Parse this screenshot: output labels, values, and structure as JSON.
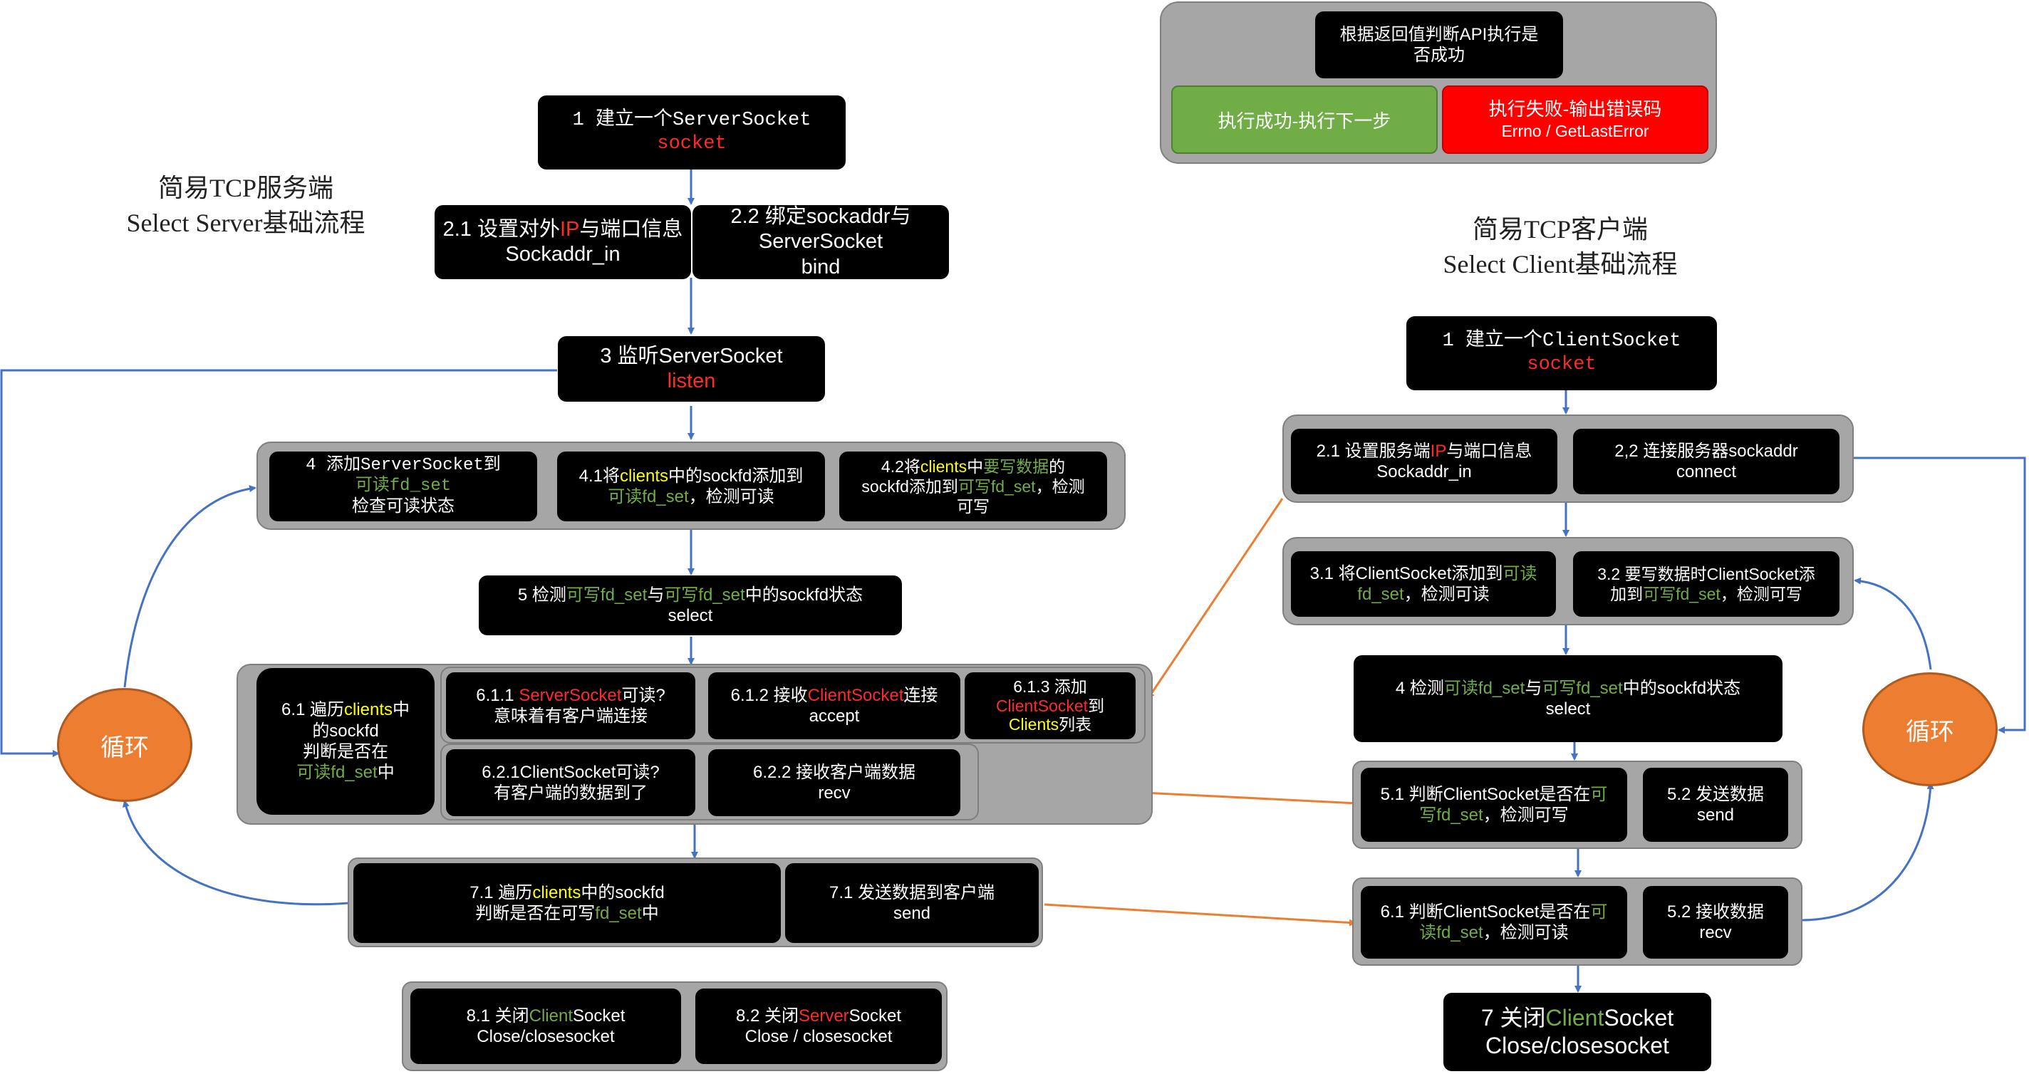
{
  "legend": {
    "top": "根据返回值判断API执行是否成功",
    "success": "执行成功-执行下一步",
    "fail_l1": "执行失败-输出错误码",
    "fail_l2": "Errno / GetLastError"
  },
  "server": {
    "title_l1": "简易TCP服务端",
    "title_l2": "Select Server基础流程",
    "loop": "循环",
    "s1": {
      "l1": "1 建立一个ServerSocket",
      "l2": "socket"
    },
    "s21": {
      "a": "2.1 设置对外",
      "ip": "IP",
      "b": "与端口信息",
      "l2": "Sockaddr_in"
    },
    "s22": {
      "l1": "2.2 绑定sockaddr与",
      "l2": "ServerSocket",
      "l3": "bind"
    },
    "s3": {
      "l1": "3 监听ServerSocket",
      "l2": "listen"
    },
    "s4": {
      "l1": "4 添加ServerSocket到",
      "l2": "可读fd_set",
      "l3": "检查可读状态"
    },
    "s41": {
      "a": "4.1将",
      "clients": "clients",
      "b": "中的sockfd添加到",
      "fd": "可读fd_set",
      "c": "，检测可读"
    },
    "s42": {
      "a": "4.2将",
      "clients": "clients",
      "mid": "中",
      "write": "要写数据",
      "b": "的",
      "l2a": "sockfd添加到",
      "fd": "可写fd_set",
      "l2b": "，检测",
      "l3": "可写"
    },
    "s5": {
      "a": "5 检测",
      "fd1": "可写fd_set",
      "b": "与",
      "fd2": "可写fd_set",
      "c": "中的sockfd状态",
      "l2": "select"
    },
    "s61": {
      "a": "6.1 遍历",
      "clients": "clients",
      "b": "中",
      "l2": "的sockfd",
      "l3": "判断是否在",
      "fd": "可读fd_set",
      "c": "中"
    },
    "s611": {
      "a": "6.1.1 ",
      "ss": "ServerSocket",
      "b": "可读?",
      "l2": "意味着有客户端连接"
    },
    "s612": {
      "a": "6.1.2 接收",
      "cs": "ClientSocket",
      "b": "连接",
      "l2": "accept"
    },
    "s613": {
      "l1": "6.1.3 添加",
      "cs": "ClientSocket",
      "b": "到",
      "clients": "Clients",
      "c": "列表"
    },
    "s621": {
      "l1": "6.2.1ClientSocket可读?",
      "l2": "有客户端的数据到了"
    },
    "s622": {
      "l1": "6.2.2 接收客户端数据",
      "l2": "recv"
    },
    "s71a": {
      "a": "7.1 遍历",
      "clients": "clients",
      "b": "中的sockfd",
      "l2a": "判断是否在可写",
      "fd": "fd_set",
      "l2b": "中"
    },
    "s71b": {
      "l1": "7.1 发送数据到客户端",
      "l2": "send"
    },
    "s81": {
      "a": "8.1 关闭",
      "cs": "Client",
      "b": "Socket",
      "l2": "Close/closesocket"
    },
    "s82": {
      "a": "8.2 关闭",
      "ss": "Server",
      "b": "Socket",
      "l2": "Close / closesocket"
    }
  },
  "client": {
    "title_l1": "简易TCP客户端",
    "title_l2": "Select Client基础流程",
    "loop": "循环",
    "c1": {
      "l1": "1 建立一个ClientSocket",
      "l2": "socket"
    },
    "c21": {
      "a": "2.1 设置服务端",
      "ip": "IP",
      "b": "与端口信息",
      "l2": "Sockaddr_in"
    },
    "c22": {
      "l1": "2,2 连接服务器sockaddr",
      "l2": "connect"
    },
    "c31": {
      "a": "3.1 将ClientSocket添加到",
      "fd1": "可读",
      "l2a": "fd_set",
      "l2b": "，检测可读"
    },
    "c32": {
      "l1": "3.2 要写数据时ClientSocket添",
      "l2a": "加到",
      "fd": "可写fd_set",
      "l2b": "，检测可写"
    },
    "c4": {
      "a": "4 检测",
      "fd1": "可读fd_set",
      "b": "与",
      "fd2": "可写fd_set",
      "c": "中的sockfd状态",
      "l2": "select"
    },
    "c51": {
      "a": "5.1 判断ClientSocket是否在",
      "g1": "可",
      "g2": "写fd_set",
      "b": "，检测可写"
    },
    "c52": {
      "l1": "5.2 发送数据",
      "l2": "send"
    },
    "c61": {
      "a": "6.1 判断ClientSocket是否在",
      "g1": "可",
      "g2": "读fd_set",
      "b": "，检测可读"
    },
    "c62": {
      "l1": "5.2 接收数据",
      "l2": "recv"
    },
    "c7": {
      "a": "7 关闭",
      "cs": "Client",
      "b": "Socket",
      "l2": "Close/closesocket"
    }
  }
}
